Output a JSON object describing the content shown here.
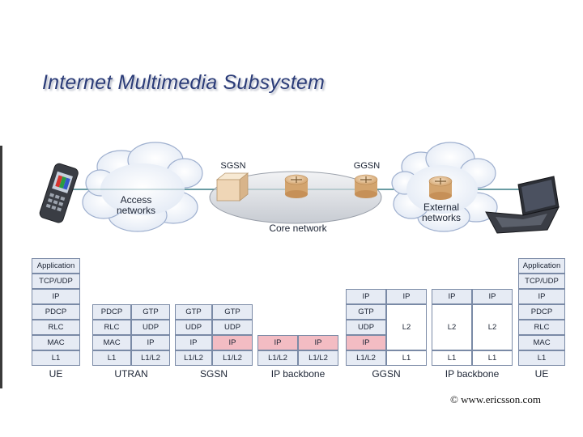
{
  "title": "Internet Multimedia Subsystem",
  "network": {
    "sgsn_label": "SGSN",
    "ggsn_label": "GGSN",
    "access_label": [
      "Access",
      "networks"
    ],
    "core_label": "Core network",
    "external_label": [
      "External",
      "networks"
    ]
  },
  "stacks": {
    "ue_left": {
      "label": "UE",
      "rows": [
        "Application",
        "TCP/UDP",
        "IP",
        "PDCP",
        "RLC",
        "MAC",
        "L1"
      ],
      "highlight": []
    },
    "utran": {
      "label": "UTRAN",
      "col1": [
        "PDCP",
        "RLC",
        "MAC",
        "L1"
      ],
      "col2": [
        "GTP",
        "UDP",
        "IP",
        "L1/L2"
      ]
    },
    "sgsn": {
      "label": "SGSN",
      "col1": [
        "GTP",
        "UDP",
        "IP",
        "L1/L2"
      ],
      "col2": [
        "GTP",
        "UDP",
        "IP",
        "L1/L2"
      ]
    },
    "ip_backbone_1": {
      "label": "IP backbone",
      "col1": [
        "IP",
        "L1/L2"
      ],
      "col2": [
        "IP",
        "L1/L2"
      ]
    },
    "ggsn": {
      "label": "GGSN",
      "col1": [
        "IP",
        "GTP",
        "UDP",
        "IP",
        "L1/L2"
      ],
      "col2": [
        "IP",
        "L2",
        "L1"
      ]
    },
    "ip_backbone_2": {
      "label": "IP backbone",
      "col1": [
        "IP",
        "L2",
        "L1"
      ],
      "col2": [
        "IP",
        "L2",
        "L1"
      ]
    },
    "ue_right": {
      "label": "UE",
      "rows": [
        "Application",
        "TCP/UDP",
        "IP",
        "PDCP",
        "RLC",
        "MAC",
        "L1"
      ]
    }
  },
  "copyright": "© www.ericsson.com",
  "colors": {
    "cell": "#e6ebf4",
    "highlight": "#f3bcc3",
    "border": "#7a8aa6",
    "title": "#2b3c78"
  }
}
